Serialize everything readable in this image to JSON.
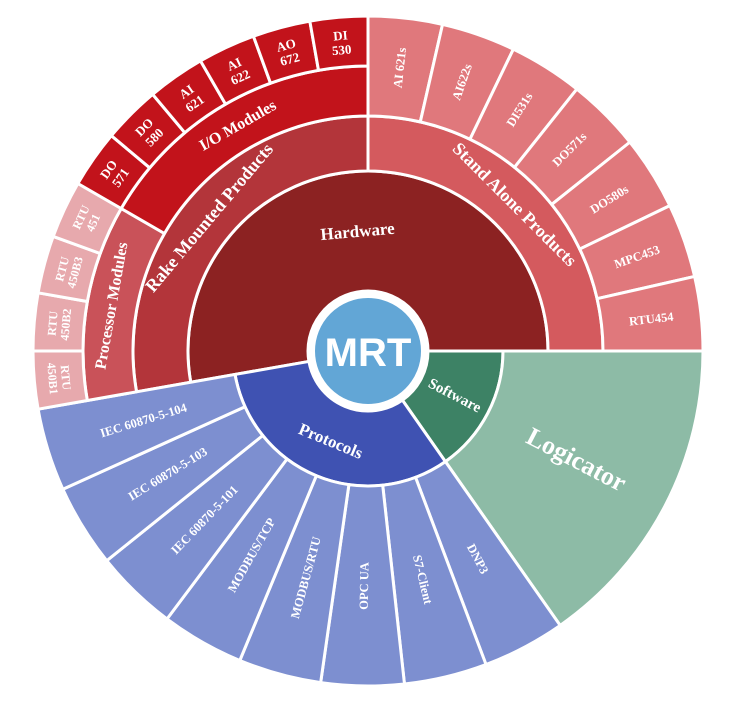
{
  "center": {
    "label": "MRT",
    "color": "#62a6d6"
  },
  "tree": [
    {
      "label": "Hardware",
      "color": "#8c2222",
      "children": [
        {
          "label": "Rake Mounted Products",
          "color": "#b3353a",
          "children": [
            {
              "label": "Processor Modules",
              "color": "#c95259",
              "children": [
                {
                  "label": "RTU 450B1",
                  "color": "#e7a9ad"
                },
                {
                  "label": "RTU 450B2",
                  "color": "#e7a9ad"
                },
                {
                  "label": "RTU 450B3",
                  "color": "#e7a9ad"
                },
                {
                  "label": "RTU 451",
                  "color": "#e7a9ad"
                }
              ]
            },
            {
              "label": "I/O Modules",
              "color": "#c2131b",
              "children": [
                {
                  "label": "DO 571",
                  "color": "#c2131b"
                },
                {
                  "label": "DO 580",
                  "color": "#c2131b"
                },
                {
                  "label": "AI 621",
                  "color": "#c2131b"
                },
                {
                  "label": "AI 622",
                  "color": "#c2131b"
                },
                {
                  "label": "AO 672",
                  "color": "#c2131b"
                },
                {
                  "label": "DI 530",
                  "color": "#c2131b"
                }
              ]
            }
          ]
        },
        {
          "label": "Stand Alone Products",
          "color": "#d45a5e",
          "children": [
            {
              "label": "AI 621s",
              "color": "#e0787c"
            },
            {
              "label": "AI622s",
              "color": "#e0787c"
            },
            {
              "label": "DI531s",
              "color": "#e0787c"
            },
            {
              "label": "DO571s",
              "color": "#e0787c"
            },
            {
              "label": "DO580s",
              "color": "#e0787c"
            },
            {
              "label": "MPC453",
              "color": "#e0787c"
            },
            {
              "label": "RTU454",
              "color": "#e0787c"
            }
          ]
        }
      ]
    },
    {
      "label": "Software",
      "color": "#3d8265",
      "children": [
        {
          "label": "Logicator",
          "color": "#8dbba6"
        }
      ]
    },
    {
      "label": "Protocols",
      "color": "#3f52b2",
      "children": [
        {
          "label": "DNP3",
          "color": "#7d8fd0"
        },
        {
          "label": "S7-Client",
          "color": "#7d8fd0"
        },
        {
          "label": "OPC UA",
          "color": "#7d8fd0"
        },
        {
          "label": "MODBUS/RTU",
          "color": "#7d8fd0"
        },
        {
          "label": "MODBUS/TCP",
          "color": "#7d8fd0"
        },
        {
          "label": "IEC 60870-5-101",
          "color": "#7d8fd0"
        },
        {
          "label": "IEC 60870-5-103",
          "color": "#7d8fd0"
        },
        {
          "label": "IEC 60870-5-104",
          "color": "#7d8fd0"
        }
      ]
    }
  ]
}
